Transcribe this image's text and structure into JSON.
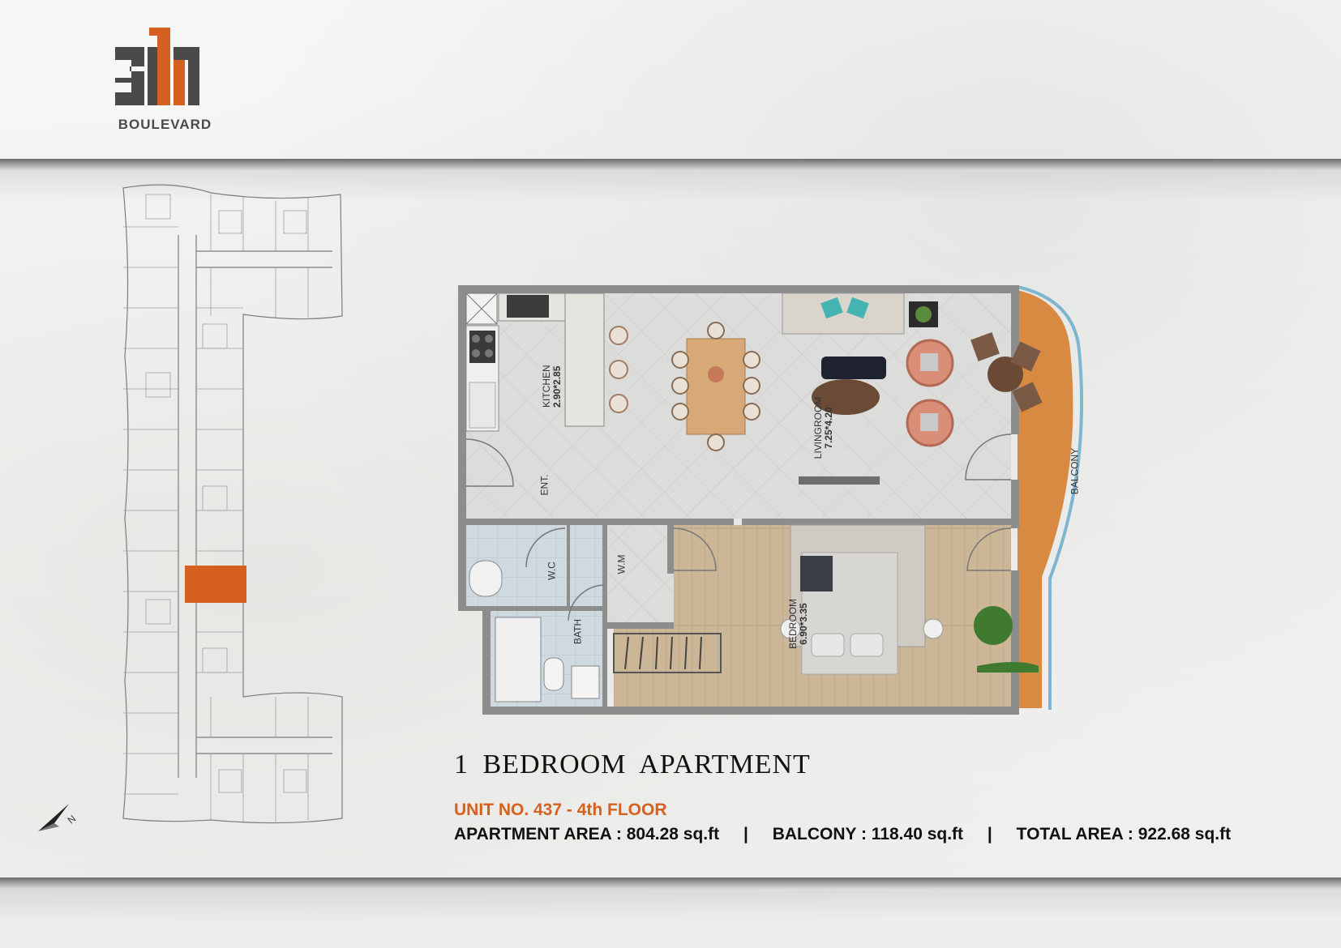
{
  "brand": {
    "logo_text": "BOULEVARD",
    "accent_color": "#d6601f",
    "logo_color": "#4a4a4a"
  },
  "plan": {
    "rooms": {
      "kitchen": {
        "name": "KITCHEN",
        "dims": "2.90*2.85"
      },
      "living": {
        "name": "LIVINGROOM",
        "dims": "7.25*4.20"
      },
      "entrance": {
        "name": "ENT."
      },
      "balcony": {
        "name": "BALCONY"
      },
      "wc": {
        "name": "W.C"
      },
      "wm": {
        "name": "W.M"
      },
      "bath": {
        "name": "BATH"
      },
      "bedroom": {
        "name": "BEDROOM",
        "dims": "6.90*3.35"
      }
    },
    "colors": {
      "wall": "#8d8d8d",
      "floor_tile": "#d9d9d7",
      "wood": "#c9b595",
      "balcony_deck": "#d88a43",
      "wet_area": "#cbd7df",
      "highlight_unit": "#d6601f"
    }
  },
  "caption": {
    "title": "1 BEDROOM APARTMENT",
    "unit": "UNIT NO. 437 - 4th FLOOR",
    "apartment_area": "APARTMENT AREA : 804.28 sq.ft",
    "balcony_area": "BALCONY : 118.40 sq.ft",
    "total_area": "TOTAL AREA : 922.68 sq.ft",
    "separator": "|"
  }
}
